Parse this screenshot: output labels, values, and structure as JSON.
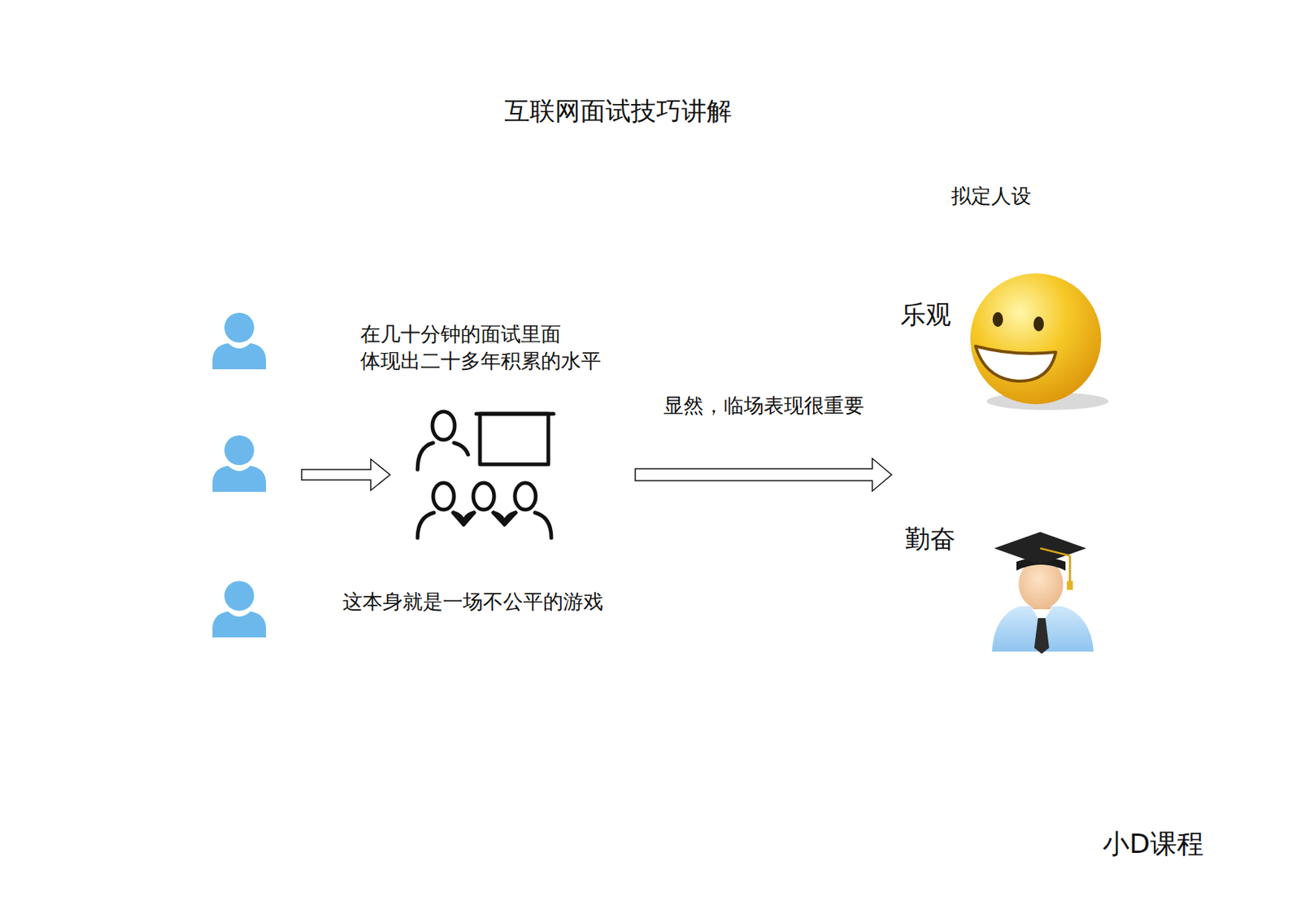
{
  "diagram": {
    "title": "互联网面试技巧讲解",
    "nodes": [
      {
        "text": [
          "在几十分钟的面试里面 体现出二十多年积累的水平",
          "这本身就是一场不公平的游戏"
        ]
      },
      {
        "text": [
          "拟定人设"
        ]
      },
      {
        "text": [
          "乐观"
        ],
        "in": 1
      },
      {
        "text": [
          "勤奋"
        ],
        "in": 1
      }
    ],
    "edges": [
      {
        "from": 0,
        "to": 1,
        "label": "显然，临场表现很重要",
        "arrow": "to"
      }
    ],
    "labels": [
      "小D课程"
    ]
  }
}
